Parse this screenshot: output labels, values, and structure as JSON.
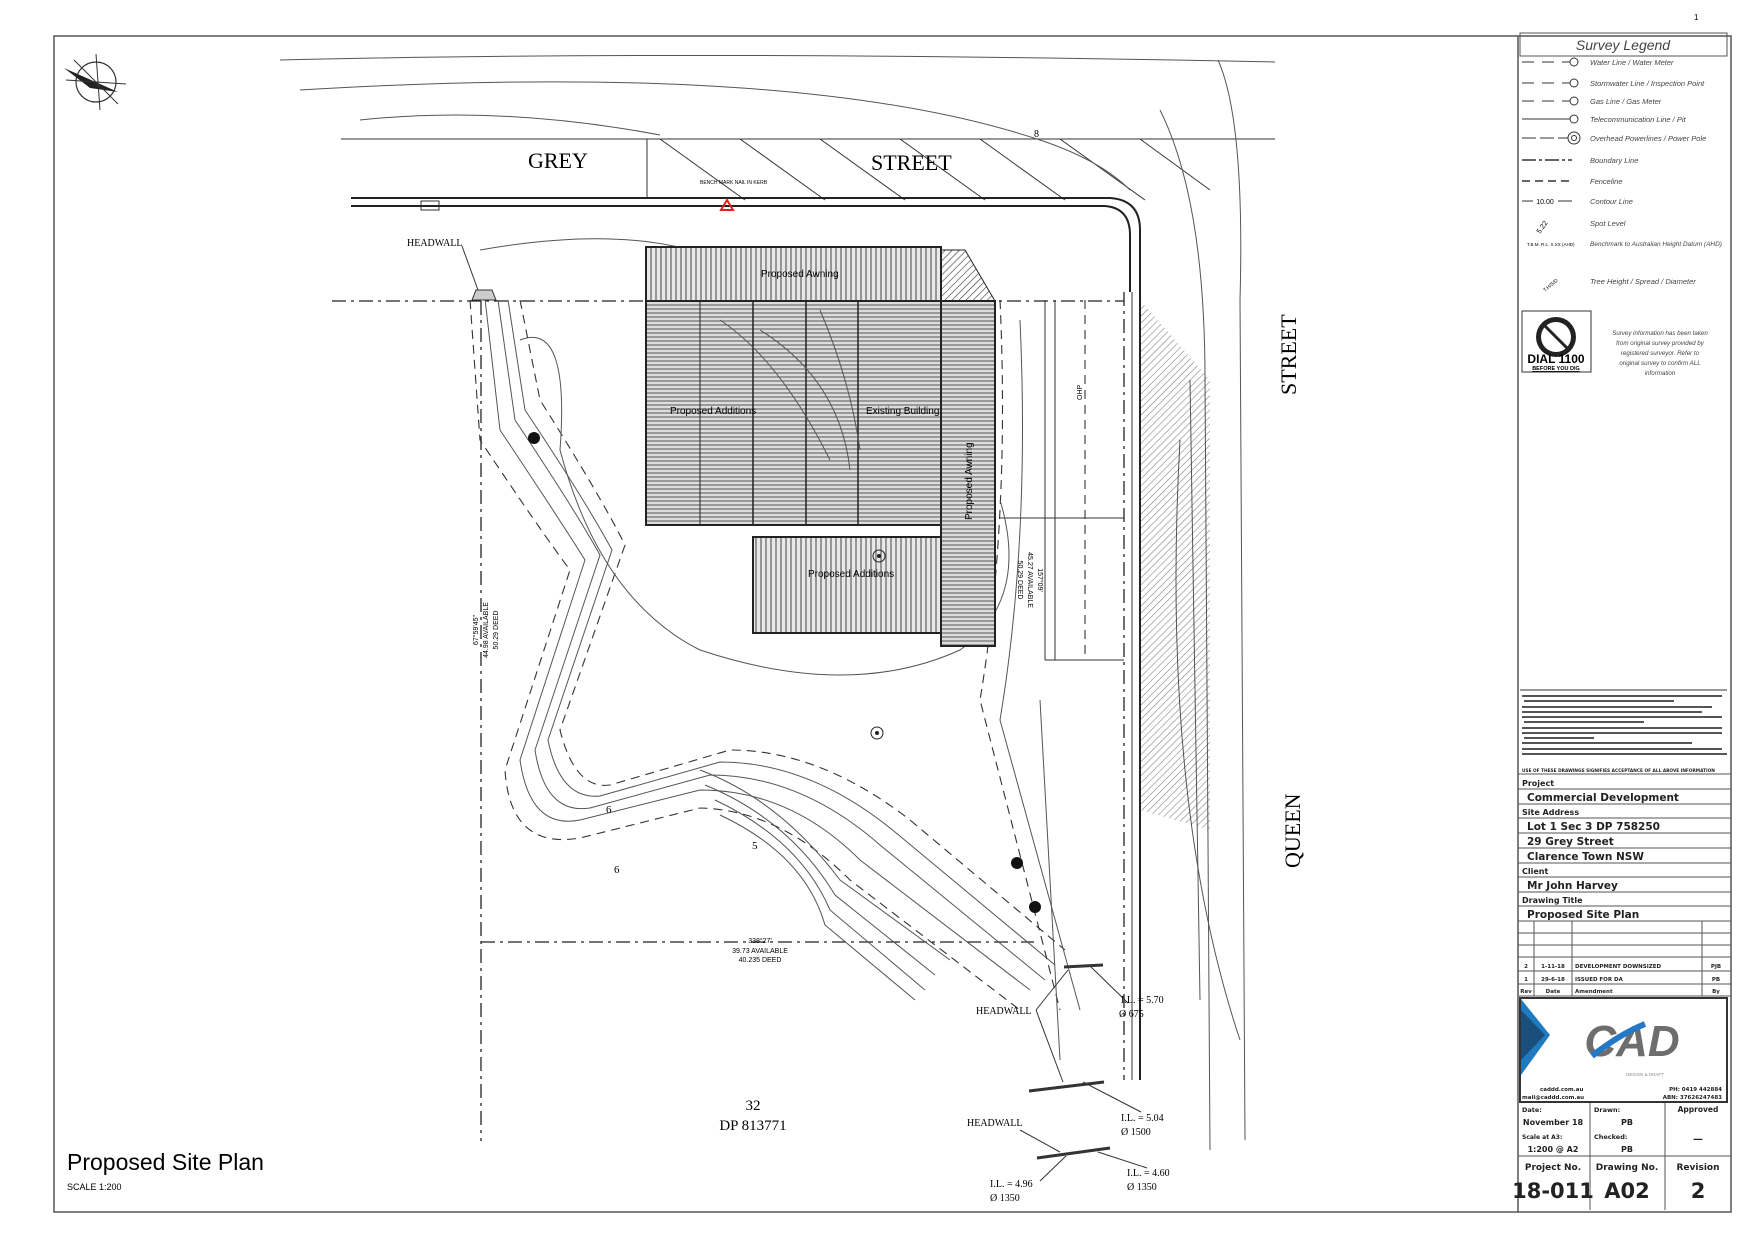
{
  "sheet": {
    "page_number": "1"
  },
  "drawing": {
    "title": "Proposed Site Plan",
    "scale": "SCALE 1:200",
    "streets": {
      "grey_1": "GREY",
      "grey_2": "STREET",
      "queen_1": "QUEEN",
      "queen_2": "STREET"
    },
    "bench_mark": "BENCH MARK NAIL IN KERB",
    "buildings": {
      "awning_top": "Proposed Awning",
      "additions_left": "Proposed Additions",
      "existing": "Existing Building",
      "awning_side": "Proposed Awning",
      "additions_lower": "Proposed Additions"
    },
    "headwalls": [
      "HEADWALL",
      "HEADWALL",
      "HEADWALL"
    ],
    "invert_levels": [
      {
        "il": "I.L. = 5.70",
        "dia": "Ø 675"
      },
      {
        "il": "I.L. = 5.04",
        "dia": "Ø 1500"
      },
      {
        "il": "I.L. = 4.60",
        "dia": "Ø 1350"
      },
      {
        "il": "I.L. = 4.96",
        "dia": "Ø 1350"
      }
    ],
    "adjacent_lot": {
      "lot": "32",
      "dp": "DP 813771"
    },
    "dimensions": {
      "bottom": {
        "bearing": "338°27'",
        "available": "39.73 AVAILABLE",
        "deed": "40.235 DEED"
      },
      "left": {
        "bearing": "67°59'45\"",
        "available": "44.98 AVAILABLE",
        "deed": "50.29 DEED"
      },
      "right": {
        "bearing": "157°09'",
        "available": "45.27 AVAILABLE",
        "deed": "50.29 DEED"
      }
    },
    "contour_labels": [
      "6",
      "6",
      "5",
      "8"
    ],
    "ohp_label": "OHP"
  },
  "legend": {
    "title": "Survey Legend",
    "items": [
      {
        "symbol": "W",
        "label": "Water Line / Water Meter"
      },
      {
        "symbol": "S",
        "label": "Stormwater Line / Inspection Point"
      },
      {
        "symbol": "G",
        "label": "Gas Line / Gas Meter"
      },
      {
        "symbol": "T",
        "label": "Telecommunication Line / Pit"
      },
      {
        "symbol": "",
        "label": "Overhead Powerlines / Power Pole"
      },
      {
        "symbol": "",
        "label": "Boundary Line"
      },
      {
        "symbol": "",
        "label": "Fenceline"
      },
      {
        "symbol": "10.00",
        "label": "Contour Line"
      },
      {
        "symbol": "5.22",
        "label": "Spot Level"
      },
      {
        "symbol": "T.B.M. R.L. X.XX (AHD)",
        "label": "Benchmark to Australian Height Datum (AHD)"
      },
      {
        "symbol": "T.H/S/D",
        "label": "Tree Height / Spread / Diameter"
      }
    ],
    "dial_title": "DIAL 1100",
    "dial_sub": "BEFORE YOU DIG",
    "survey_note": [
      "Survey information has been taken",
      "from original survey provided by",
      "registered surveyor. Refer to",
      "original survey to confirm ALL",
      "information"
    ]
  },
  "title_block": {
    "notes_footer": "USE OF THESE DRAWINGS SIGNIFIES ACCEPTANCE OF ALL ABOVE INFORMATION",
    "project_label": "Project",
    "project": "Commercial Development",
    "site_address_label": "Site Address",
    "site_address": [
      "Lot 1 Sec 3 DP 758250",
      "29 Grey Street",
      "Clarence Town NSW"
    ],
    "client_label": "Client",
    "client": "Mr John Harvey",
    "drawing_title_label": "Drawing Title",
    "drawing_title": "Proposed Site Plan",
    "revisions_header": {
      "rev": "Rev",
      "date": "Date",
      "amendment": "Amendment",
      "by": "By"
    },
    "revisions": [
      {
        "rev": "2",
        "date": "1-11-18",
        "amendment": "DEVELOPMENT DOWNSIZED",
        "by": "PJB"
      },
      {
        "rev": "1",
        "date": "29-6-18",
        "amendment": "ISSUED FOR DA",
        "by": "PB"
      }
    ],
    "company": {
      "logo": "CAD",
      "tagline": "DESIGN & DRAFT",
      "web": "caddd.com.au",
      "email": "mail@caddd.com.au",
      "phone": "PH: 0419 442884",
      "abn": "ABN: 37626247483"
    },
    "date_label": "Date:",
    "date": "November 18",
    "scale_label": "Scale at A3:",
    "scale": "1:200 @ A2",
    "drawn_label": "Drawn:",
    "drawn": "PB",
    "checked_label": "Checked:",
    "checked": "PB",
    "approved_label": "Approved",
    "approved": "—",
    "project_no_label": "Project No.",
    "project_no": "18-011",
    "drawing_no_label": "Drawing No.",
    "drawing_no": "A02",
    "revision_label": "Revision",
    "revision": "2"
  }
}
